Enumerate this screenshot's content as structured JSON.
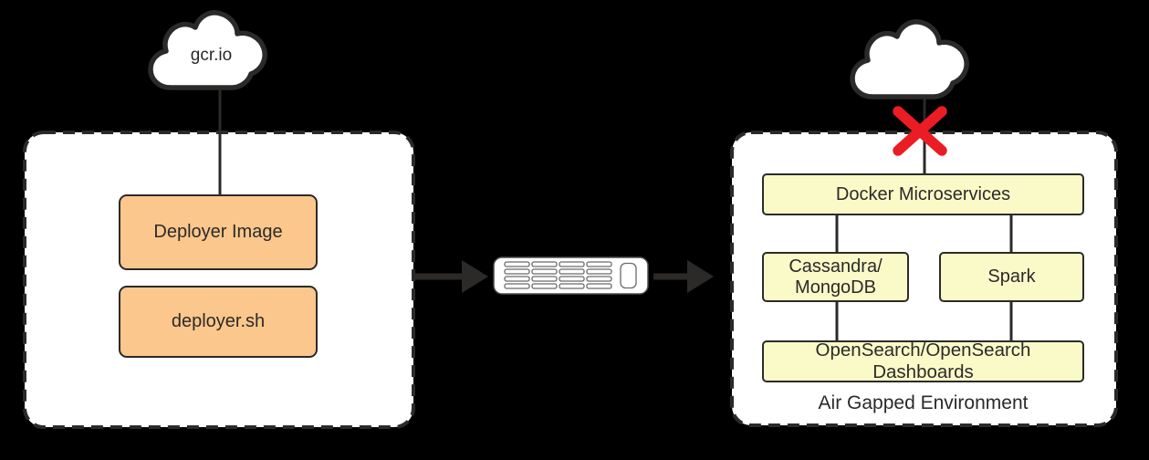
{
  "source_panel": {
    "cloud_label": "gcr.io",
    "deployer_image_label": "Deployer Image",
    "deployer_script_label": "deployer.sh"
  },
  "airgap_panel": {
    "caption": "Air Gapped Environment",
    "docker_label": "Docker Microservices",
    "database_label": "Cassandra/\nMongoDB",
    "spark_label": "Spark",
    "opensearch_label": "OpenSearch/OpenSearch Dashboards"
  },
  "icons": {
    "left_cloud": "cloud-icon",
    "right_cloud": "cloud-icon",
    "transfer_media": "server-icon",
    "blocked": "blocked-x-icon"
  },
  "colors": {
    "background": "#000000",
    "stroke": "#2b2a29",
    "panel_fill": "#ffffff",
    "orange_box": "#fbc78c",
    "yellow_box": "#fafac8",
    "blocked_x": "#ec1c24"
  }
}
